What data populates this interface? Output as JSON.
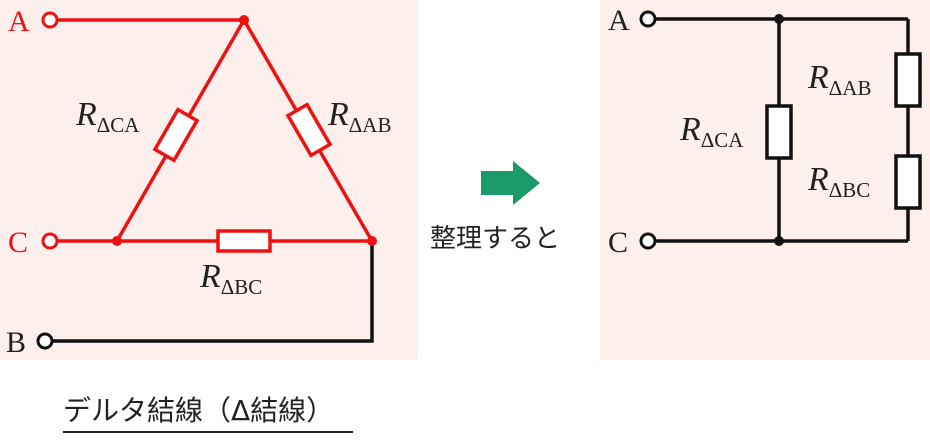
{
  "left_panel": {
    "nodes": {
      "a": "A",
      "c": "C",
      "b": "B"
    },
    "resistors": {
      "ca": {
        "symbol": "R",
        "subscript": "ΔCA"
      },
      "ab": {
        "symbol": "R",
        "subscript": "ΔAB"
      },
      "bc": {
        "symbol": "R",
        "subscript": "ΔBC"
      }
    },
    "caption": "デルタ結線（Δ結線）"
  },
  "arrow": {
    "label": "整理すると"
  },
  "right_panel": {
    "nodes": {
      "a": "A",
      "c": "C"
    },
    "resistors": {
      "ab": {
        "symbol": "R",
        "subscript": "ΔAB"
      },
      "ca": {
        "symbol": "R",
        "subscript": "ΔCA"
      },
      "bc": {
        "symbol": "R",
        "subscript": "ΔBC"
      }
    }
  },
  "colors": {
    "panel_bg": "#fdefeb",
    "delta_red": "#ee1111",
    "wire_black": "#111111",
    "arrow_green": "#1a9a6a"
  }
}
